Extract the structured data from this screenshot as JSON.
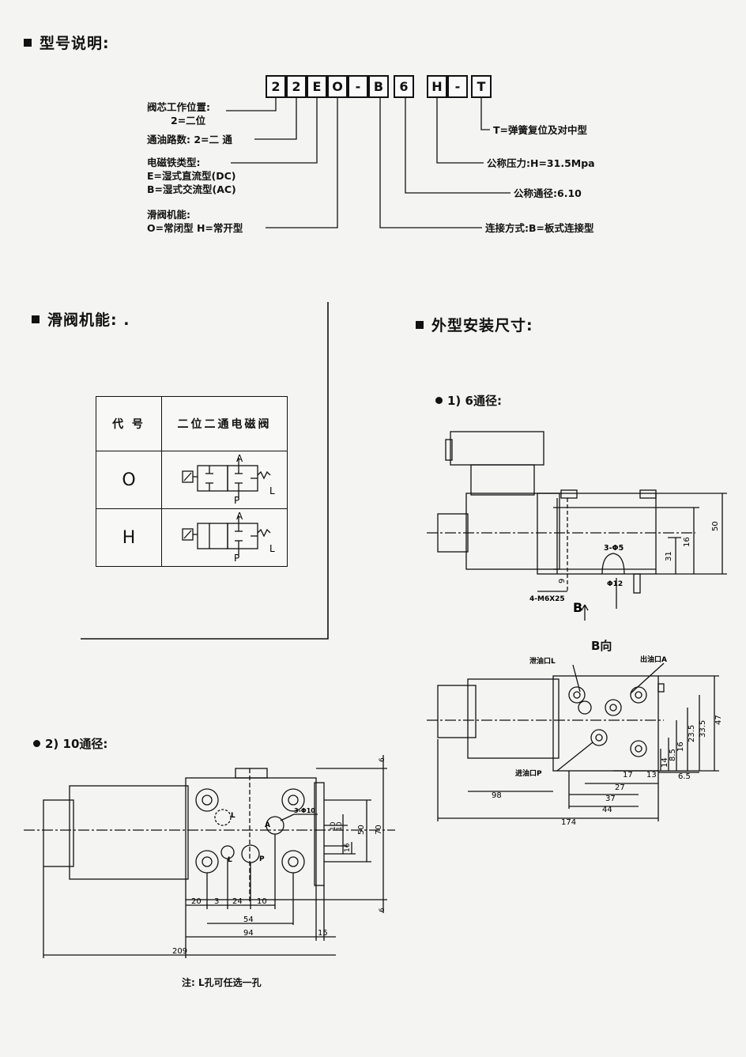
{
  "model_section": {
    "title": "型号说明:",
    "code_chars": [
      "2",
      "2",
      "E",
      "O",
      "-",
      "B",
      "6",
      "H",
      "-",
      "T"
    ],
    "left_labels": [
      {
        "line1": "阀芯工作位置:",
        "line2": "2=二位"
      },
      {
        "line1": "通油路数:  2=二 通",
        "line2": ""
      },
      {
        "line1": "电磁铁类型:",
        "line2": "E=湿式直流型(DC)",
        "line3": "B=湿式交流型(AC)"
      },
      {
        "line1": "滑阀机能:",
        "line2": "O=常闭型  H=常开型"
      }
    ],
    "right_labels": [
      "T=弹簧复位及对中型",
      "公称压力:H=31.5Mpa",
      "公称通径:6.10",
      "连接方式:B=板式连接型"
    ]
  },
  "function_section": {
    "title": "滑阀机能:",
    "extra": ".",
    "header_code": "代  号",
    "header_desc": "二位二通电磁阀",
    "rows": [
      {
        "code": "O",
        "port_a": "A",
        "port_p": "P",
        "port_l": "L"
      },
      {
        "code": "H",
        "port_a": "A",
        "port_p": "P",
        "port_l": "L"
      }
    ]
  },
  "dimension_section": {
    "title": "外型安装尺寸:",
    "sub6": "1) 6通径:",
    "sub10": "2) 10通径:",
    "view_b": "B向",
    "arrow_b": "B",
    "d6": {
      "dim_50": "50",
      "dim_16": "16",
      "dim_31": "31",
      "dim_9": "9",
      "holes": "3-Φ5",
      "phi12": "Φ12",
      "thread": "4-M6X25"
    },
    "b_view": {
      "drain": "泄油口L",
      "outlet": "出油口A",
      "inlet": "进油口P",
      "d47": "47",
      "d33_5": "33.5",
      "d23_5": "23.5",
      "d16": "16",
      "d8_5": "8.5",
      "d14": "14",
      "d6_5": "6.5",
      "d17": "17",
      "d13": "13",
      "d27": "27",
      "d37": "37",
      "d44": "44",
      "d98": "98",
      "d174": "174"
    },
    "d10": {
      "d6a": "6",
      "d6b": "6",
      "d70": "70",
      "d50": "50",
      "d10": "10",
      "d10b": "10",
      "d16": "16",
      "holes": "3-Φ10",
      "port_l": "L",
      "port_l2": "L",
      "port_a": "A",
      "port_p": "P",
      "d20": "20",
      "d3": "3",
      "d24": "24",
      "d10c": "10",
      "d54": "54",
      "d94": "94",
      "d15": "15",
      "d209": "209"
    },
    "note": "注: L孔可任选一孔"
  }
}
